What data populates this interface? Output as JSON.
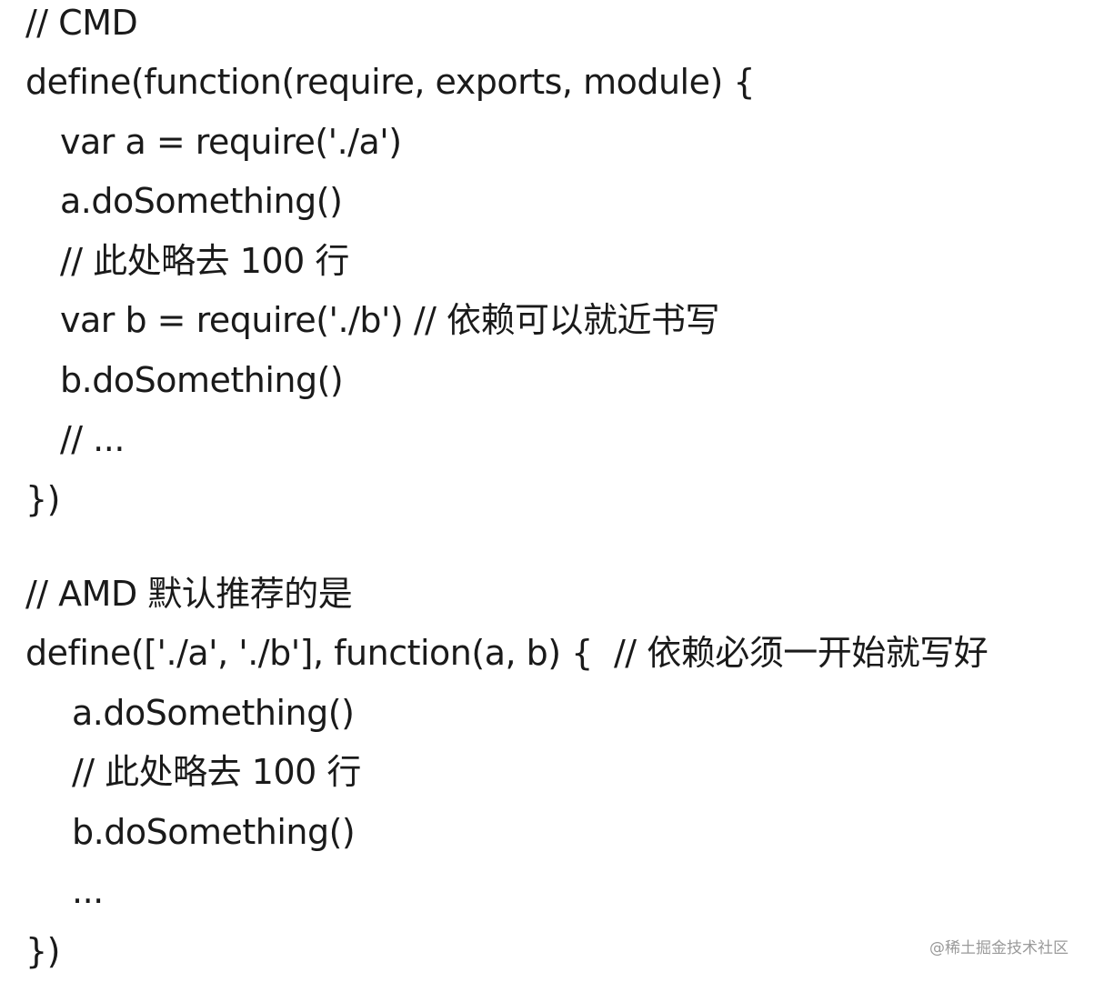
{
  "cmd_block": {
    "lines": [
      "// CMD",
      "define(function(require, exports, module) {",
      "var a = require('./a')",
      "a.doSomething()",
      "// 此处略去 100 行",
      "var b = require('./b') // 依赖可以就近书写",
      "b.doSomething()",
      "// ...",
      "})"
    ]
  },
  "amd_block": {
    "lines": [
      "// AMD 默认推荐的是",
      "define(['./a', './b'], function(a, b) {  // 依赖必须一开始就写好",
      "a.doSomething()",
      "// 此处略去 100 行",
      "b.doSomething()",
      "...",
      "})"
    ]
  },
  "watermark": "@稀土掘金技术社区"
}
